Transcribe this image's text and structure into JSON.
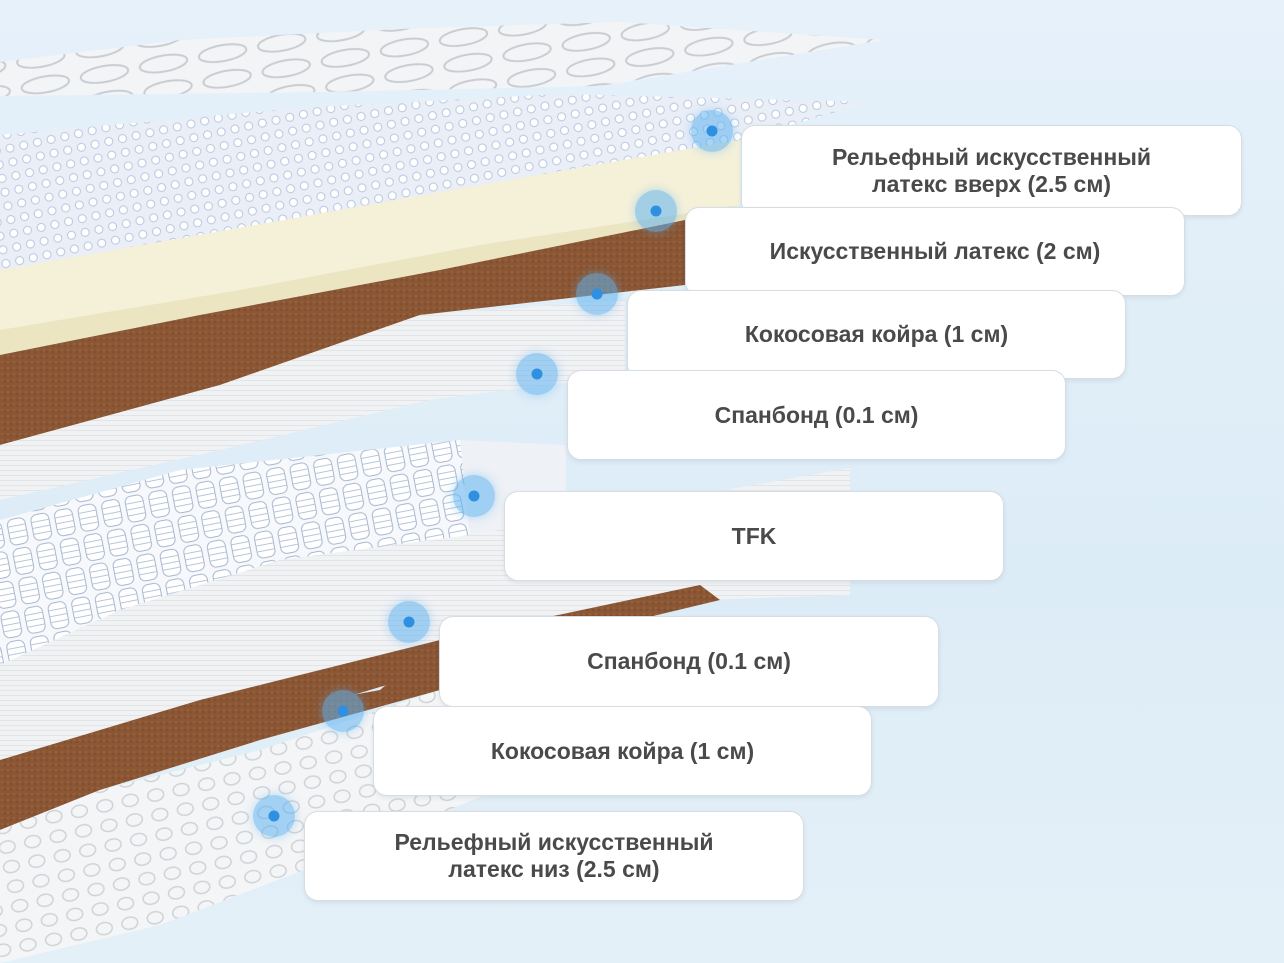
{
  "layers": [
    {
      "label": "Рельефный искусственный\nлатекс вверх (2.5 см)"
    },
    {
      "label": "Искусственный латекс (2 см)"
    },
    {
      "label": "Кокосовая койра (1 см)"
    },
    {
      "label": "Спанбонд (0.1 см)"
    },
    {
      "label": "TFK"
    },
    {
      "label": "Спанбонд (0.1 см)"
    },
    {
      "label": "Кокосовая койра (1 см)"
    },
    {
      "label": "Рельефный искусственный\nлатекс низ (2.5 см)"
    }
  ],
  "colors": {
    "coir": "#8a5634",
    "latex": "#f4f0d8",
    "marker": "#2f8fe0",
    "label_text": "#4a4a4a"
  }
}
